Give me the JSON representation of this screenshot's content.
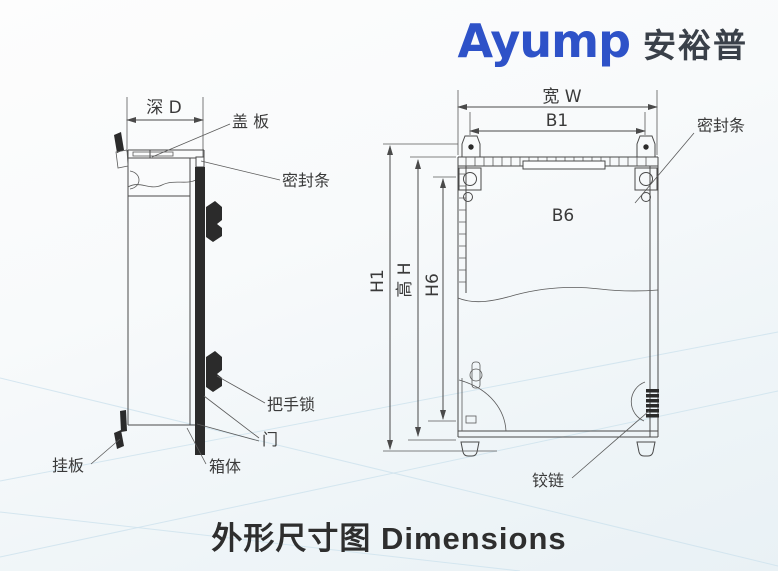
{
  "logo": {
    "brand": "Ayump",
    "brand_cjk": "安裕普"
  },
  "title": "外形尺寸图 Dimensions",
  "colors": {
    "logo_blue": "#2e52c8",
    "logo_dark": "#3a4049",
    "drawing_line": "#4a4a4a",
    "dark_fill": "#2b2b2b",
    "background_line": "#cfe3ed"
  },
  "side_view": {
    "depth_label": "深 D",
    "cover_label": "盖 板",
    "seal_label": "密封条",
    "lock_label": "把手锁",
    "door_label": "门",
    "hang_plate_label": "挂板",
    "body_label": "箱体"
  },
  "front_view": {
    "width_label": "宽 W",
    "b1_label": "B1",
    "b6_label": "B6",
    "h1_label": "H1",
    "height_label": "高 H",
    "h6_label": "H6",
    "seal_label": "密封条",
    "hinge_label": "铰链"
  }
}
